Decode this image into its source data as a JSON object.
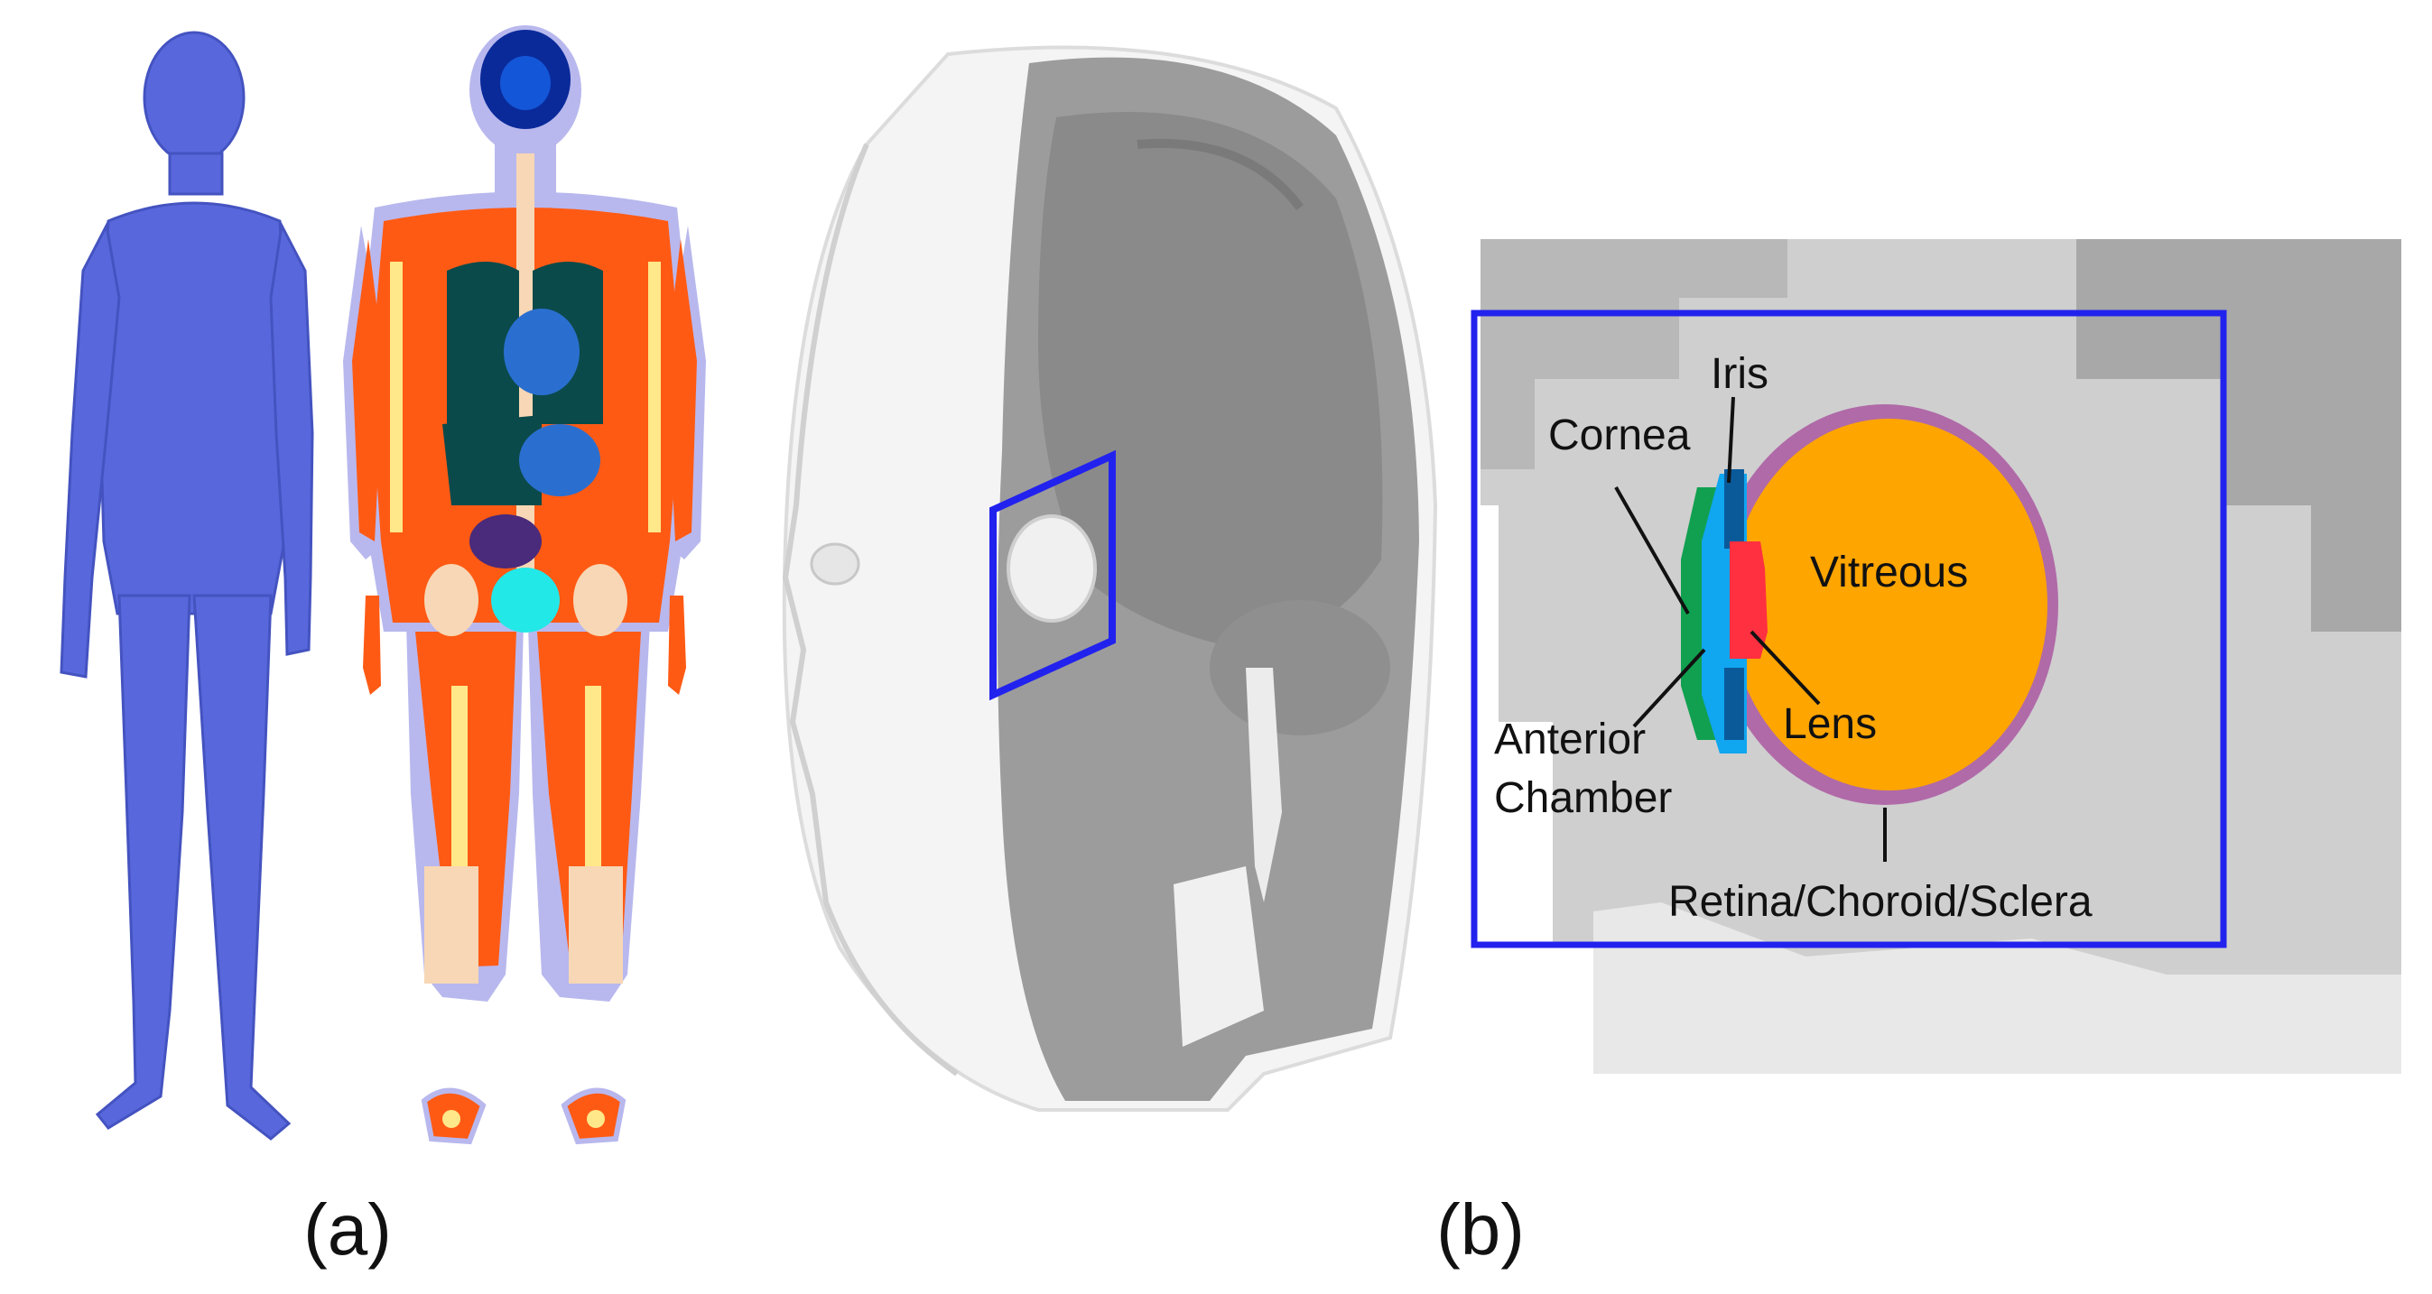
{
  "panels": [
    {
      "id": "a",
      "label": "(a)"
    },
    {
      "id": "b",
      "label": "(b)"
    }
  ],
  "eye_labels": {
    "iris": "Iris",
    "cornea": "Cornea",
    "vitreous": "Vitreous",
    "anterior_chamber_line1": "Anterior",
    "anterior_chamber_line2": "Chamber",
    "lens": "Lens",
    "retina": "Retina/Choroid/Sclera"
  },
  "colors": {
    "body_surface": "#5566dd",
    "muscle": "#ff5a14",
    "fat": "#ffe88a",
    "bone": "#f7d7b5",
    "skin": "#b8b8ee",
    "brain": "#0a2a9a",
    "lung": "#0b4a4a",
    "organ_blue": "#2a6fd0",
    "bladder": "#22e8e8",
    "head_surface": "#f4f4f4",
    "head_section": "#9c9c9c",
    "callout_box": "#2222ee",
    "vitreous": "#ffa500",
    "retina_choroid_sclera": "#b06aa8",
    "cornea": "#11a050",
    "anterior_chamber": "#10a6f0",
    "iris": "#0a5a9a",
    "lens": "#ff3040",
    "background_tissue": "#cfcfcf"
  }
}
